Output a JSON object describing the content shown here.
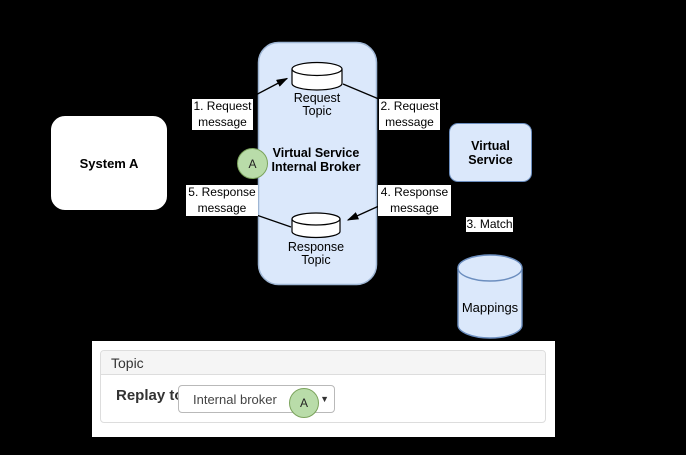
{
  "colors": {
    "background": "#000000",
    "node_fill": "#dbe8fb",
    "node_border": "#6c8ebf",
    "broker_border": "#9fb6d4",
    "cylinder_fill": "#ffffff",
    "line_color": "#000000",
    "badge_fill": "#b9dca9",
    "badge_border": "#7ba35c",
    "panel_header_bg": "#f5f5f5",
    "panel_border": "#dddddd"
  },
  "diagram": {
    "system_a": {
      "label": "System A"
    },
    "broker": {
      "title_line1": "Virtual Service",
      "title_line2": "Internal Broker",
      "badge": "A"
    },
    "request_topic": {
      "line1": "Request",
      "line2": "Topic"
    },
    "response_topic": {
      "line1": "Response",
      "line2": "Topic"
    },
    "virtual_service": {
      "line1": "Virtual",
      "line2": "Service"
    },
    "mappings": {
      "label": "Mappings"
    },
    "flow_labels": {
      "step1": {
        "line1": "1. Request",
        "line2": "message"
      },
      "step2": {
        "line1": "2. Request",
        "line2": "message"
      },
      "step3": {
        "line1": "3. Match"
      },
      "step4": {
        "line1": "4. Response",
        "line2": "message"
      },
      "step5": {
        "line1": "5. Response",
        "line2": "message"
      }
    }
  },
  "panel": {
    "header": "Topic",
    "replay_to_label": "Replay to",
    "dropdown": {
      "value": "Internal broker",
      "badge": "A",
      "caret": "▼"
    }
  }
}
